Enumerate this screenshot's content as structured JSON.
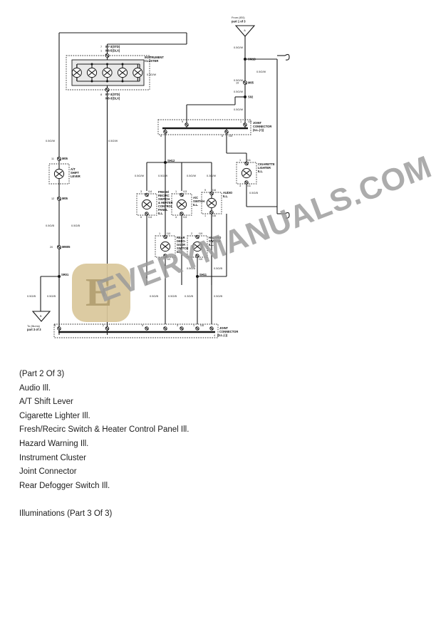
{
  "document": {
    "type": "automotive-wiring-diagram",
    "title": "Illuminations (Part 2 Of 3)"
  },
  "watermark": {
    "text": "EVERYMANUALS.COM",
    "badge_letter": "E",
    "color": "#9a9a9a",
    "badge_color": "#d9c79a"
  },
  "caption": {
    "lines": [
      "(Part 2 Of 3)",
      "Audio Ill.",
      "A/T Shift Lever",
      "Cigarette Lighter Ill.",
      "Fresh/Recirc Switch & Heater Control Panel Ill.",
      "Hazard Warning Ill.",
      "Instrument Cluster",
      "Joint Connector",
      "Rear Defogger Switch Ill."
    ],
    "trailing": "Illuminations (Part 3 Of 3)"
  },
  "diagram": {
    "connectors_top": {
      "from_label_line1": "From (IE0)",
      "from_label_line2": "part 1 of 3",
      "triangle_letter": "A"
    },
    "connectors_bottom": {
      "to_label_line1": "To (Illums)",
      "to_label_line2": "part 3 of 3",
      "triangle_letter": "B"
    },
    "instrument_cluster": {
      "label_line1": "INSTRUMENT",
      "label_line2": "CLUSTER",
      "bulb_count": 5,
      "top_pin_number": "7",
      "top_pin_alt": "1",
      "top_code_std": "I07-3(STD)",
      "top_code_dlx": "I08-5(DLX)",
      "bottom_pin_number": "8",
      "bottom_code_std": "I07-3(STD)",
      "bottom_code_dlx": "I08-3(DLX)"
    },
    "joint_connector_pos": {
      "label_line1": "JOINT",
      "label_line2": "CONNECTOR",
      "label_line3": "(ILL.(+))",
      "left_pin": "9",
      "right_pin": "1",
      "right_code": "I15",
      "under_pin": "8",
      "under_code": "I15",
      "left_under_pin": "6"
    },
    "joint_connector_neg": {
      "label_line1": "JOINT",
      "label_line2": "CONNECTOR",
      "label_line3": "(ILL.(-))",
      "code": "I16",
      "pins": [
        "4",
        "2",
        "5",
        "3",
        "1"
      ]
    },
    "splices": [
      {
        "name": "SM18"
      },
      {
        "name": "M05",
        "pin": "19"
      },
      {
        "name": "S02"
      },
      {
        "name": "SH12"
      },
      {
        "name": "SH11"
      },
      {
        "name": "SR01"
      },
      {
        "name": "SR11"
      }
    ],
    "components": [
      {
        "id": "at-shift-lever",
        "name_lines": [
          "A/T",
          "SHIFT",
          "LEVER"
        ],
        "top_pin": "11",
        "top_code": "M05",
        "bottom_pin": "12",
        "bottom_code": "M05",
        "ground_pin": "20",
        "ground_code": "MM05"
      },
      {
        "id": "fresh-recirc-heater",
        "name_lines": [
          "FRESH/",
          "RECIRC",
          "SWITCH",
          "& HEATER",
          "CONTROL",
          "PANEL",
          "ILL."
        ],
        "top_pin": "3",
        "top_code": "I14",
        "bottom_pin": "6",
        "bottom_code": "I14"
      },
      {
        "id": "rear-defogger-switch",
        "name_lines": [
          "REAR",
          "DEFO-",
          "GGER",
          "SWITCH",
          "ILL."
        ],
        "top_pin": "1",
        "top_code": "I10",
        "bottom_pin": "4",
        "bottom_code": "I10"
      },
      {
        "id": "ac-switch",
        "name_lines": [
          "A/C",
          "SWITCH",
          "ILL."
        ],
        "top_pin": "1",
        "top_code": "I13",
        "bottom_pin": "4",
        "bottom_code": "I13"
      },
      {
        "id": "hazard-switch",
        "name_lines": [
          "HAZARD",
          "SWITCH",
          "ILL."
        ],
        "top_pin": "2",
        "top_code": "I19",
        "bottom_pin": "3",
        "bottom_code": "I19"
      },
      {
        "id": "audio",
        "name_lines": [
          "AUDIO",
          "ILL."
        ],
        "top_pin": "9",
        "top_code": "I16",
        "bottom_pin": "1",
        "bottom_code": "I16"
      },
      {
        "id": "cigarette-lighter",
        "name_lines": [
          "CIGARETTE",
          "LIGHTER",
          "ILL."
        ],
        "top_pin": "1",
        "top_code": "I11",
        "bottom_pin": "3",
        "bottom_code": "I11"
      }
    ],
    "wire_labels": {
      "g_w_05": "0.5G/W",
      "g_w_03": "0.3G/W",
      "g_b_05": "0.5G/B",
      "g_b_03": "0.3G/B"
    }
  }
}
